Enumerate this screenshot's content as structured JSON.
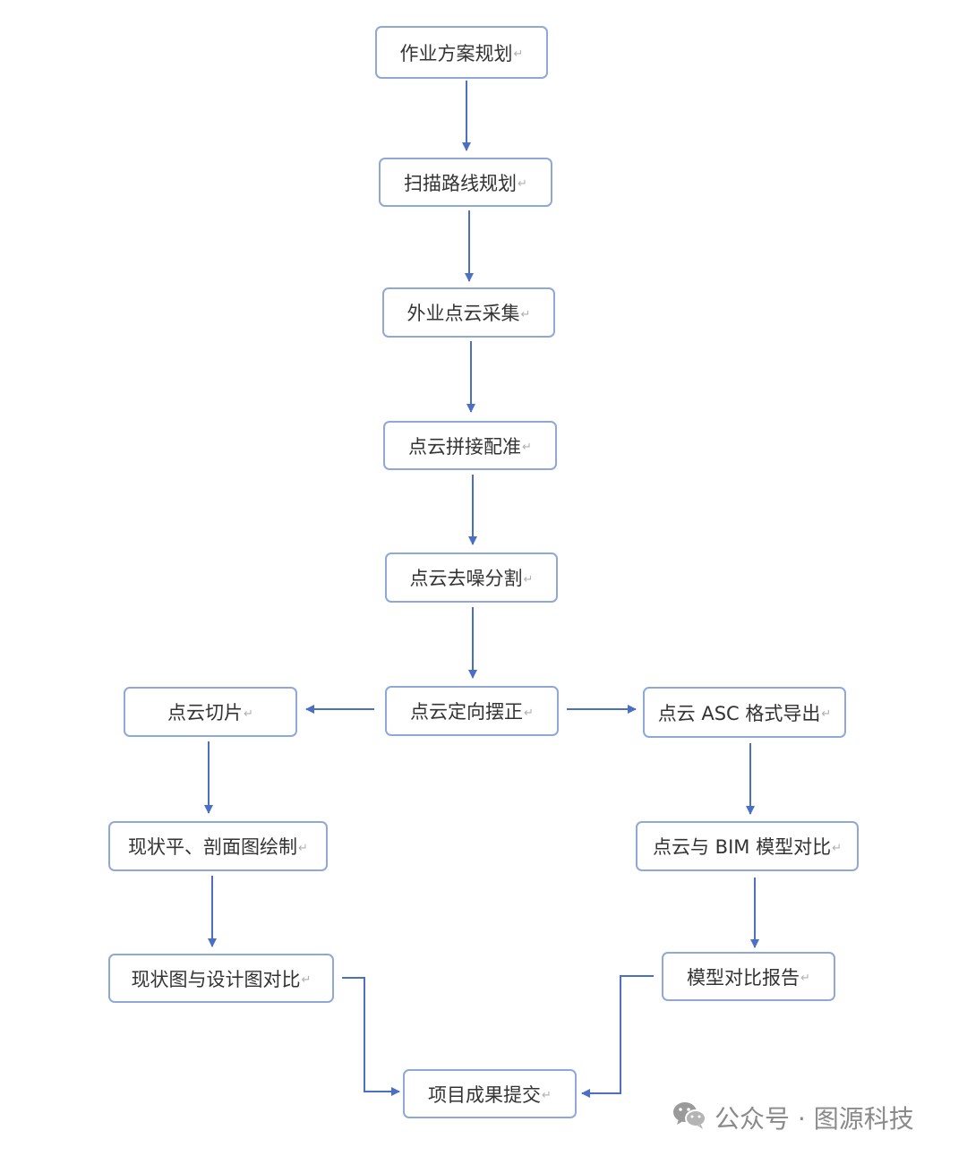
{
  "nodes": {
    "n1": "作业方案规划",
    "n2": "扫描路线规划",
    "n3": "外业点云采集",
    "n4": "点云拼接配准",
    "n5": "点云去噪分割",
    "n6": "点云定向摆正",
    "n7": "点云切片",
    "n8": "点云 ASC 格式导出",
    "n9": "现状平、剖面图绘制",
    "n10": "点云与 BIM 模型对比",
    "n11": "现状图与设计图对比",
    "n12": "模型对比报告",
    "n13": "项目成果提交"
  },
  "paragraph_mark": "↵",
  "watermark": {
    "icon": "wechat-icon",
    "text": "公众号 · 图源科技"
  },
  "colors": {
    "arrow": "#4a6fc4",
    "border": "#8fa8d8"
  }
}
